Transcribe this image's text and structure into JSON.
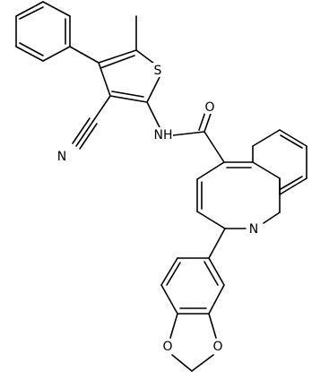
{
  "diagram": {
    "type": "chemical-structure",
    "atom_labels": {
      "sulfur": "S",
      "amide_oxygen": "O",
      "amide_nh": "NH",
      "nitrile_nitrogen": "N",
      "quinoline_nitrogen": "N",
      "dioxole_oxygen_1": "O",
      "dioxole_oxygen_2": "O"
    },
    "colors": {
      "bond": "#000000",
      "background": "#ffffff"
    }
  }
}
